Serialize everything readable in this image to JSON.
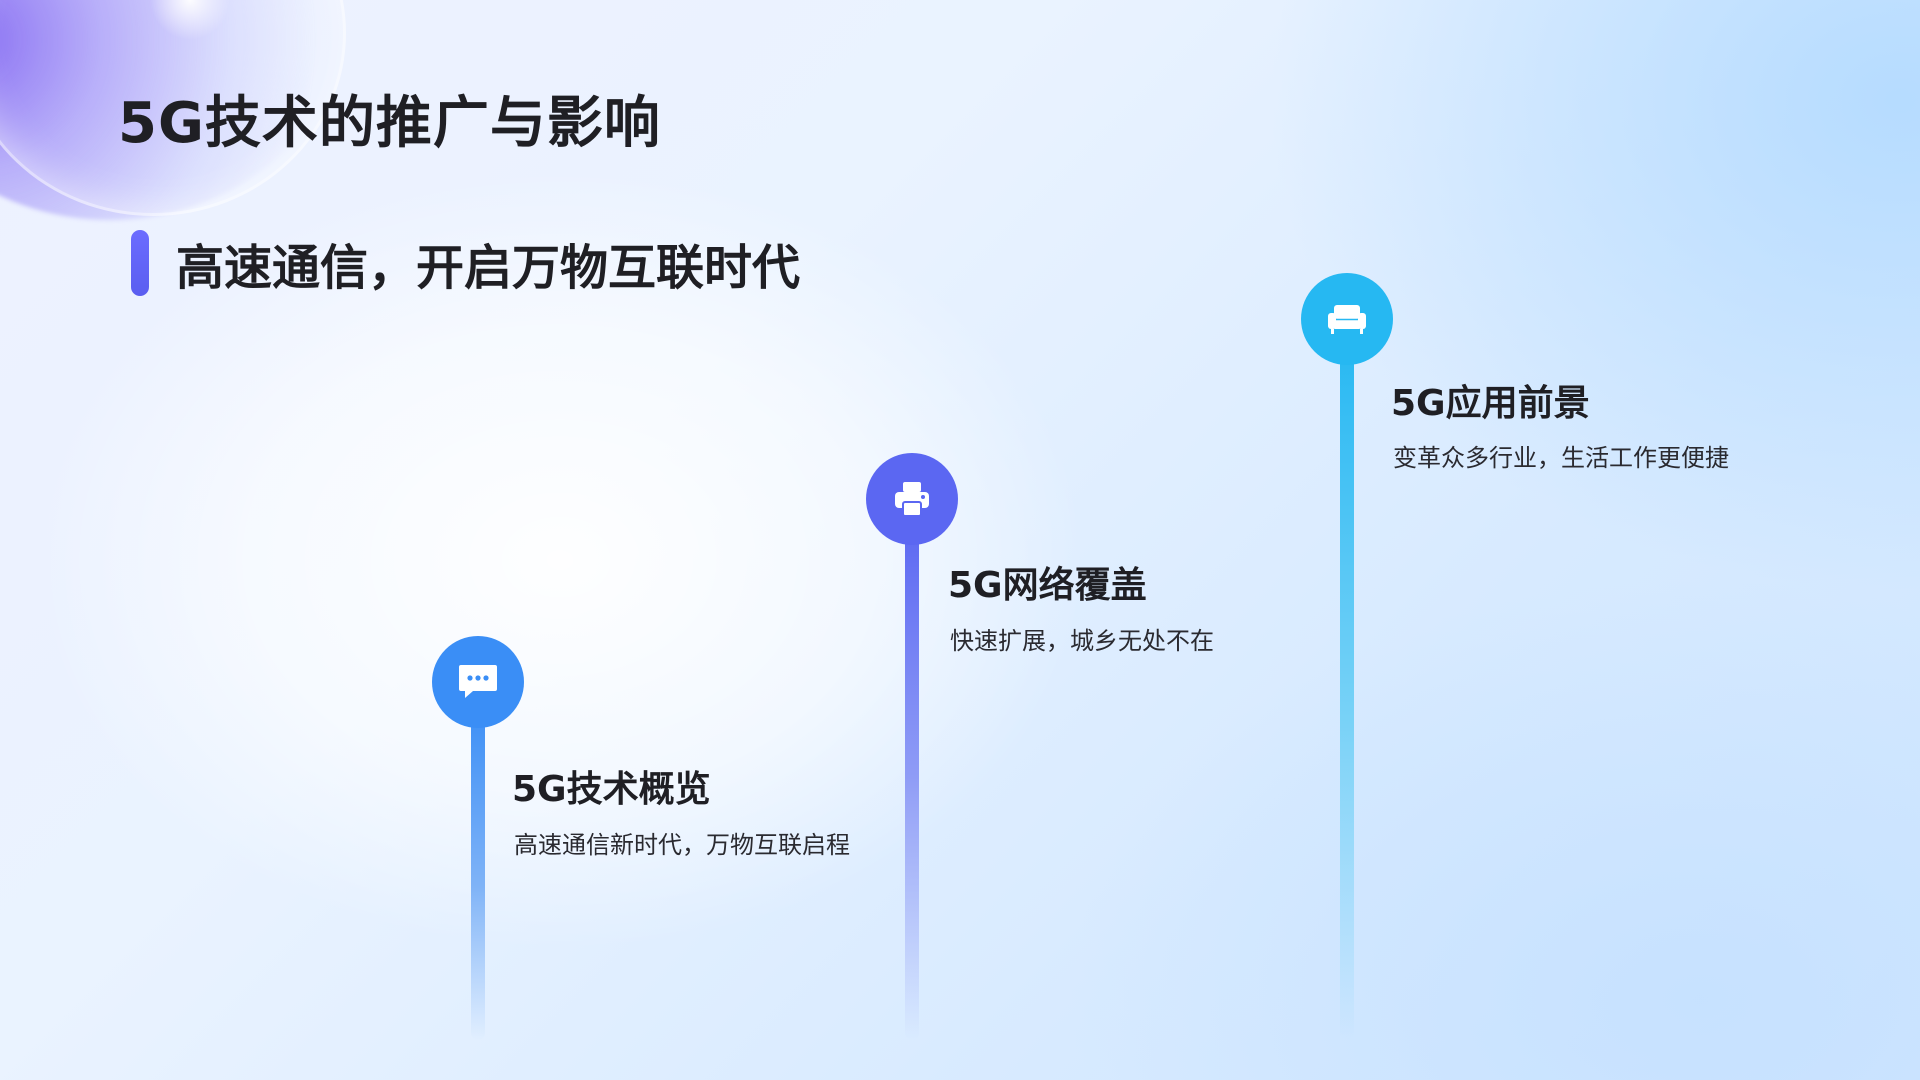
{
  "slide": {
    "title": "5G技术的推广与影响",
    "subtitle": "高速通信，开启万物互联时代"
  },
  "milestones": [
    {
      "title": "5G技术概览",
      "description": "高速通信新时代，万物互联启程",
      "icon": "chat-bubble-icon",
      "color": "#3a8ef6"
    },
    {
      "title": "5G网络覆盖",
      "description": "快速扩展，城乡无处不在",
      "icon": "printer-icon",
      "color": "#5b67f2"
    },
    {
      "title": "5G应用前景",
      "description": "变革众多行业，生活工作更便捷",
      "icon": "sofa-icon",
      "color": "#26b8f2"
    }
  ],
  "colors": {
    "title_text": "#1f1f24",
    "accent_bar": "#6b6cff"
  }
}
